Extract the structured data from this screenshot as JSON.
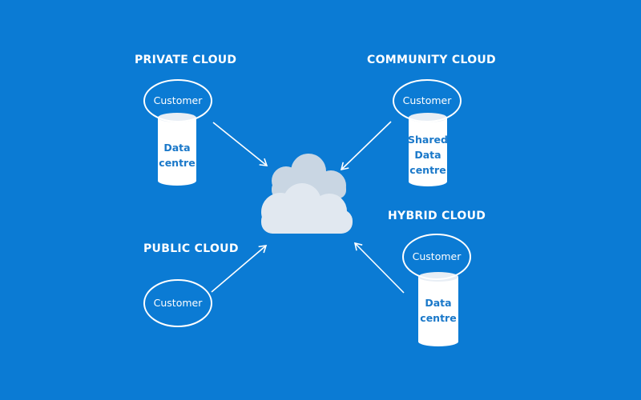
{
  "colors": {
    "background": "#0b7bd4",
    "foreground": "#ffffff",
    "cylinder": "#ffffff",
    "cylinder_top": "#e8eef5",
    "cloud": "#e1e8f0",
    "cloud_shade": "#c5d2df",
    "datacentre_text": "#1a78c9"
  },
  "center": {
    "icon": "cloud-icon"
  },
  "private_cloud": {
    "title": "PRIVATE CLOUD",
    "customer": "Customer",
    "datacentre": [
      "Data",
      "centre"
    ]
  },
  "community_cloud": {
    "title": "COMMUNITY CLOUD",
    "customer": "Customer",
    "datacentre": [
      "Shared",
      "Data",
      "centre"
    ]
  },
  "public_cloud": {
    "title": "PUBLIC CLOUD",
    "customer": "Customer"
  },
  "hybrid_cloud": {
    "title": "HYBRID CLOUD",
    "customer": "Customer",
    "datacentre": [
      "Data",
      "centre"
    ]
  }
}
